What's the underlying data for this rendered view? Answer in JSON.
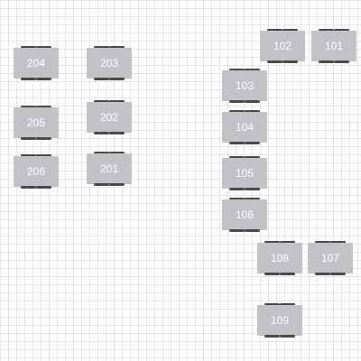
{
  "floor_plan": {
    "colors": {
      "grid_line": "#e6e6e6",
      "desk_surface": "#c3c1c5",
      "chair": "#4a4a4a",
      "label_text": "#ffffff"
    },
    "desks": [
      {
        "id": "desk-204",
        "label": "204"
      },
      {
        "id": "desk-203",
        "label": "203"
      },
      {
        "id": "desk-205",
        "label": "205"
      },
      {
        "id": "desk-202",
        "label": "202"
      },
      {
        "id": "desk-206",
        "label": "206"
      },
      {
        "id": "desk-201",
        "label": "201"
      },
      {
        "id": "desk-102",
        "label": "102"
      },
      {
        "id": "desk-101",
        "label": "101"
      },
      {
        "id": "desk-103",
        "label": "103"
      },
      {
        "id": "desk-104",
        "label": "104"
      },
      {
        "id": "desk-105",
        "label": "105"
      },
      {
        "id": "desk-106",
        "label": "106"
      },
      {
        "id": "desk-108",
        "label": "108"
      },
      {
        "id": "desk-107",
        "label": "107"
      },
      {
        "id": "desk-109",
        "label": "109"
      }
    ]
  }
}
